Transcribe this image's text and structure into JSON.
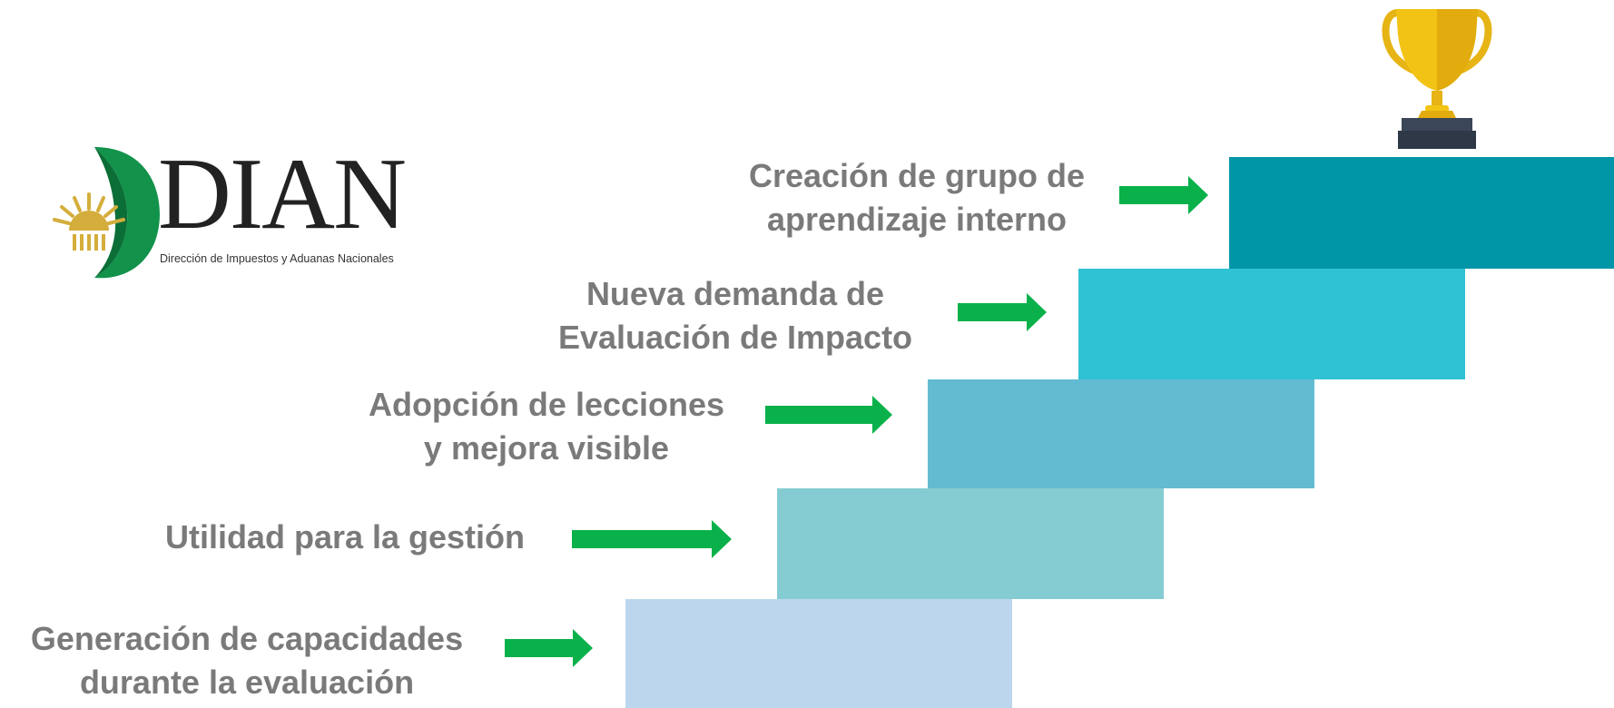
{
  "logo": {
    "wordmark": "DIAN",
    "tagline": "Dirección de Impuestos y Aduanas Nacionales"
  },
  "trophy_icon": "trophy-icon",
  "colors": {
    "arrow": "#0ab14b",
    "label": "#7a7a7a",
    "step1": "#bcd7ed",
    "step2": "#85ccd2",
    "step3": "#63bbd2",
    "step4": "#2fc1d4",
    "step5": "#0195a8"
  },
  "steps": [
    {
      "line1": "Generación de capacidades",
      "line2": "durante la evaluación"
    },
    {
      "line1": "Utilidad para la gestión",
      "line2": ""
    },
    {
      "line1": "Adopción de lecciones",
      "line2": "y mejora visible"
    },
    {
      "line1": "Nueva demanda de",
      "line2": "Evaluación de Impacto"
    },
    {
      "line1": "Creación de grupo de",
      "line2": "aprendizaje interno"
    }
  ]
}
